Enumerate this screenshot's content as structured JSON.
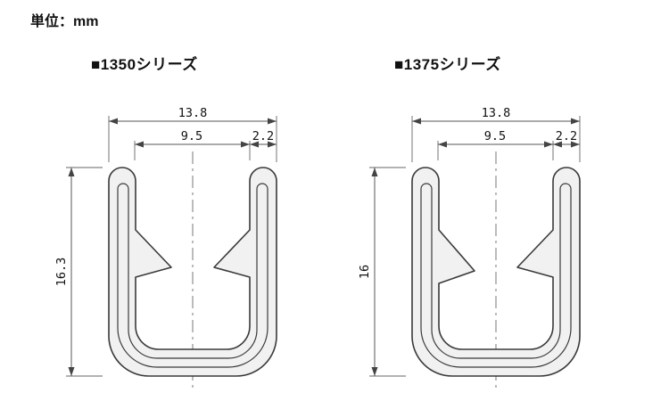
{
  "page": {
    "unit_label": "単位：mm"
  },
  "colors": {
    "profile_fill": "#f1f1f1",
    "profile_stroke": "#3a3a3a",
    "dimension_line": "#555555",
    "text": "#111111",
    "background": "#ffffff"
  },
  "sections": [
    {
      "title": "■1350シリーズ",
      "dims": {
        "width": "13.8",
        "inner": "9.5",
        "lip": "2.2",
        "height": "16.3"
      }
    },
    {
      "title": "■1375シリーズ",
      "dims": {
        "width": "13.8",
        "inner": "9.5",
        "lip": "2.2",
        "height": "16"
      }
    }
  ]
}
